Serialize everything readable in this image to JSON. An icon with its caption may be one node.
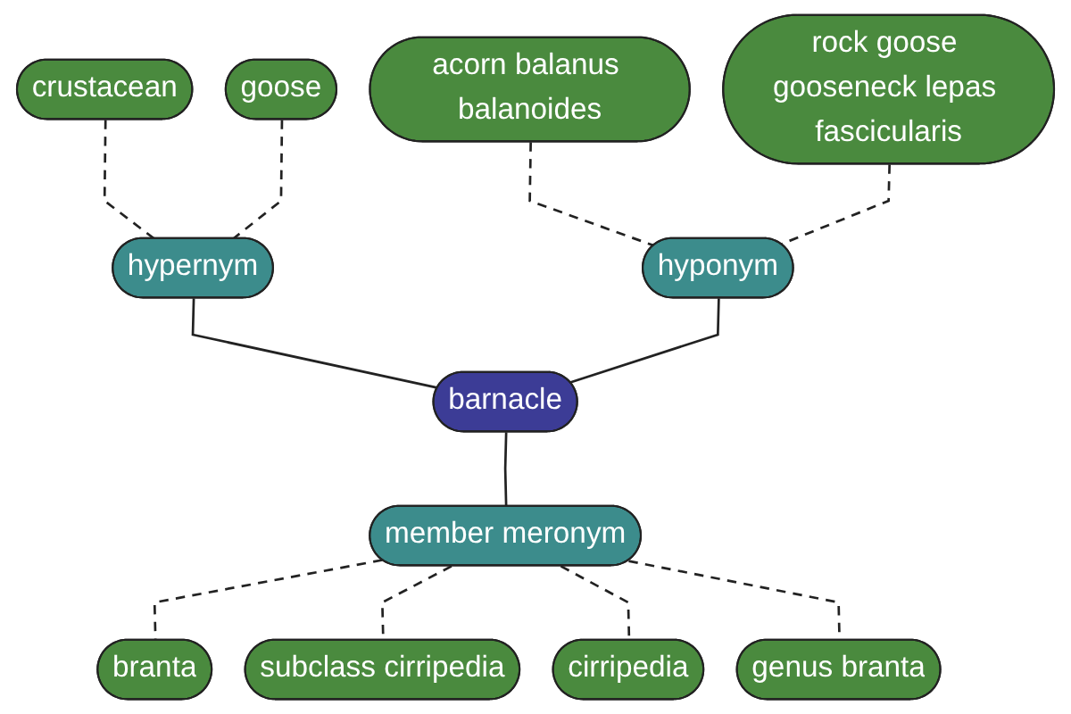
{
  "diagram": {
    "nodes": [
      {
        "text": [
          "crustacean"
        ]
      },
      {
        "text": [
          "goose"
        ]
      },
      {
        "text": [
          "hypernym"
        ]
      },
      {
        "text": [
          "acorn balanus balanoides"
        ]
      },
      {
        "text": [
          "branta"
        ]
      },
      {
        "text": [
          "cirripedia"
        ]
      },
      {
        "text": [
          "subclass cirripedia"
        ]
      },
      {
        "text": [
          "rock goose gooseneck lepas fascicularis"
        ]
      },
      {
        "text": [
          "hyponym"
        ]
      },
      {
        "text": [
          "barnacle"
        ]
      },
      {
        "text": [
          "member meronym"
        ]
      },
      {
        "text": [
          "genus branta"
        ]
      }
    ],
    "edges": [
      {
        "from": 0,
        "to": 2,
        "arrow": "none",
        "style": "dashed"
      },
      {
        "from": 1,
        "to": 2,
        "arrow": "none",
        "style": "dashed"
      },
      {
        "from": 3,
        "to": 8,
        "arrow": "none",
        "style": "dashed"
      },
      {
        "from": 7,
        "to": 8,
        "arrow": "none",
        "style": "dashed"
      },
      {
        "from": 2,
        "to": 9,
        "arrow": "none"
      },
      {
        "from": 8,
        "to": 9,
        "arrow": "none"
      },
      {
        "from": 9,
        "to": 10,
        "arrow": "none"
      },
      {
        "from": 10,
        "to": 4,
        "arrow": "none",
        "style": "dashed"
      },
      {
        "from": 10,
        "to": 6,
        "arrow": "none",
        "style": "dashed"
      },
      {
        "from": 10,
        "to": 5,
        "arrow": "none",
        "style": "dashed"
      },
      {
        "from": 10,
        "to": 11,
        "arrow": "none",
        "style": "dashed"
      }
    ]
  }
}
